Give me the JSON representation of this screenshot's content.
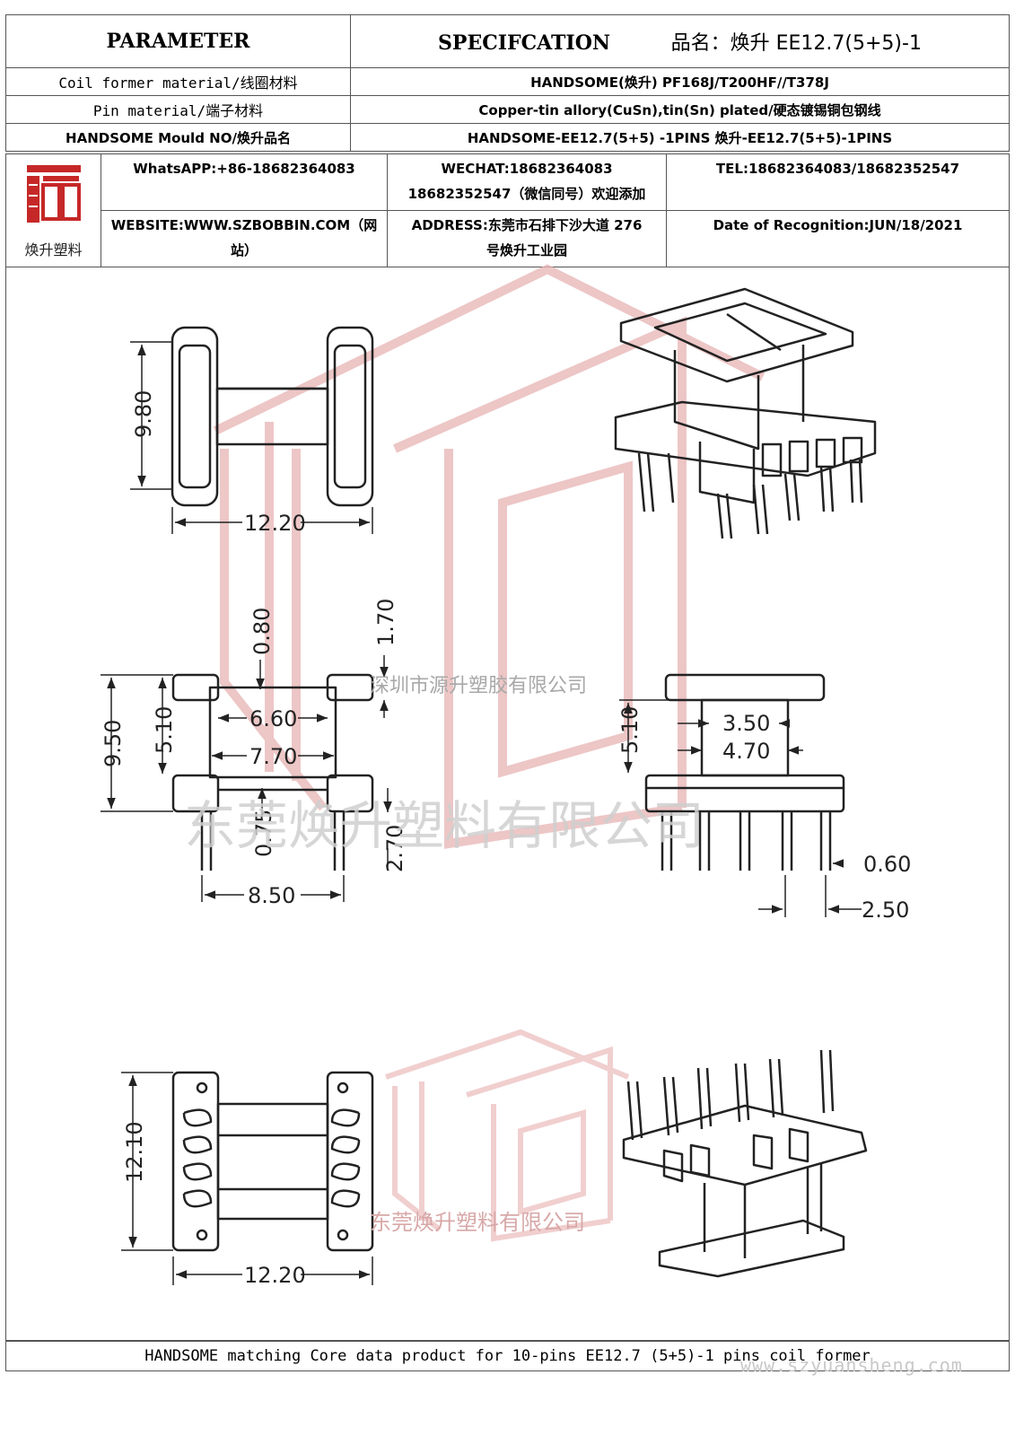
{
  "header": {
    "parameter": "PARAMETER",
    "specification": "SPECIFCATION",
    "product_name": "品名：焕升 EE12.7(5+5)-1"
  },
  "rows": [
    {
      "label": "Coil former material/线圈材料",
      "value": "HANDSOME(焕升)  PF168J/T200HF//T378J"
    },
    {
      "label": "Pin material/端子材料",
      "value": "Copper-tin allory(CuSn),tin(Sn) plated/硬态镀锡铜包钢线"
    },
    {
      "label": "HANDSOME Mould NO/焕升品名",
      "value": "HANDSOME-EE12.7(5+5) -1PINS    焕升-EE12.7(5+5)-1PINS"
    }
  ],
  "contact": {
    "logo_text": "焕升塑料",
    "whatsapp": "WhatsAPP:+86-18682364083",
    "wechat_line1": "WECHAT:18682364083",
    "wechat_line2": "18682352547（微信同号）欢迎添加",
    "tel": "TEL:18682364083/18682352547",
    "website_line1": "WEBSITE:WWW.SZBOBBIN.COM（网",
    "website_line2": "站）",
    "address_line1": "ADDRESS:东莞市石排下沙大道 276",
    "address_line2": "号焕升工业园",
    "date": "Date of Recognition:JUN/18/2021"
  },
  "dimensions": {
    "top_height": "9.80",
    "top_width": "12.20",
    "side_total_height": "9.50",
    "side_body_height": "5.10",
    "side_flange_top": "0.80",
    "side_flange_side": "1.70",
    "side_inner_a": "6.60",
    "side_inner_b": "7.70",
    "side_gap": "0.75",
    "side_pin_len": "2.70",
    "side_pin_span": "8.50",
    "front_body_height": "5.10",
    "front_inner_a": "3.50",
    "front_inner_b": "4.70",
    "front_pin_width": "0.60",
    "front_pin_pitch": "2.50",
    "bottom_height": "12.10",
    "bottom_width": "12.20"
  },
  "watermarks": {
    "company_small": "深圳市源升塑胶有限公司",
    "company_large": "东莞焕升塑料有限公司",
    "company_mid": "东莞焕升塑料有限公司"
  },
  "footer": {
    "text": "HANDSOME matching Core data  product for 10-pins EE12.7 (5+5)-1 pins coil former",
    "site": "www.szyuansheng.com"
  },
  "colors": {
    "watermark_red": "#e8b4b4",
    "line": "#222222"
  }
}
